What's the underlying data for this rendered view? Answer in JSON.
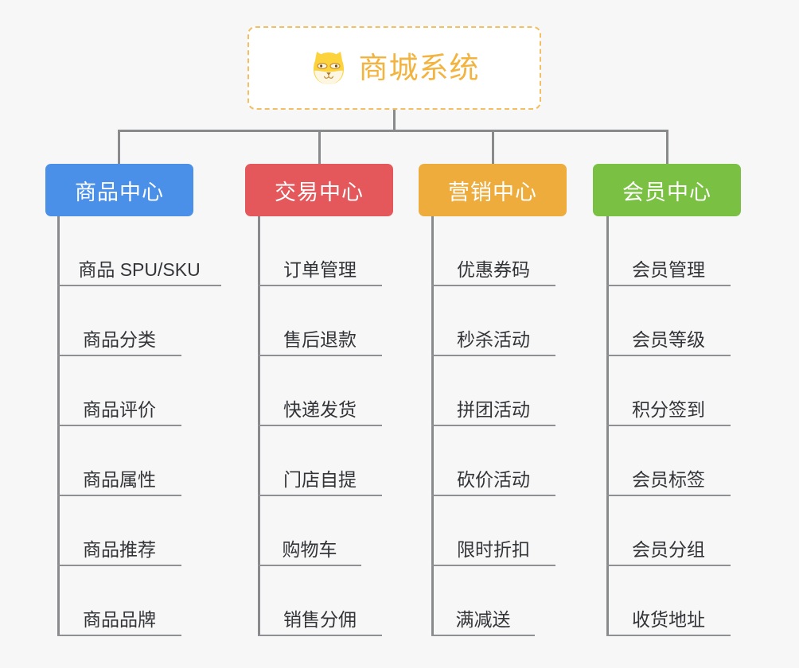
{
  "root": {
    "title": "商城系统",
    "icon": "shiba-dog-icon",
    "title_color": "#f3b33f",
    "border_color": "#f2bf63"
  },
  "connector_color": "#888a8c",
  "background_color": "#f7f7f7",
  "columns": [
    {
      "id": "product-center",
      "label": "商品中心",
      "color": "#4a90e8",
      "items": [
        "商品 SPU/SKU",
        "商品分类",
        "商品评价",
        "商品属性",
        "商品推荐",
        "商品品牌"
      ]
    },
    {
      "id": "trade-center",
      "label": "交易中心",
      "color": "#e4575a",
      "items": [
        "订单管理",
        "售后退款",
        "快递发货",
        "门店自提",
        "购物车",
        "销售分佣"
      ]
    },
    {
      "id": "marketing-center",
      "label": "营销中心",
      "color": "#eeac3d",
      "items": [
        "优惠券码",
        "秒杀活动",
        "拼团活动",
        "砍价活动",
        "限时折扣",
        "满减送"
      ]
    },
    {
      "id": "member-center",
      "label": "会员中心",
      "color": "#7ac143",
      "items": [
        "会员管理",
        "会员等级",
        "积分签到",
        "会员标签",
        "会员分组",
        "收货地址"
      ]
    }
  ]
}
